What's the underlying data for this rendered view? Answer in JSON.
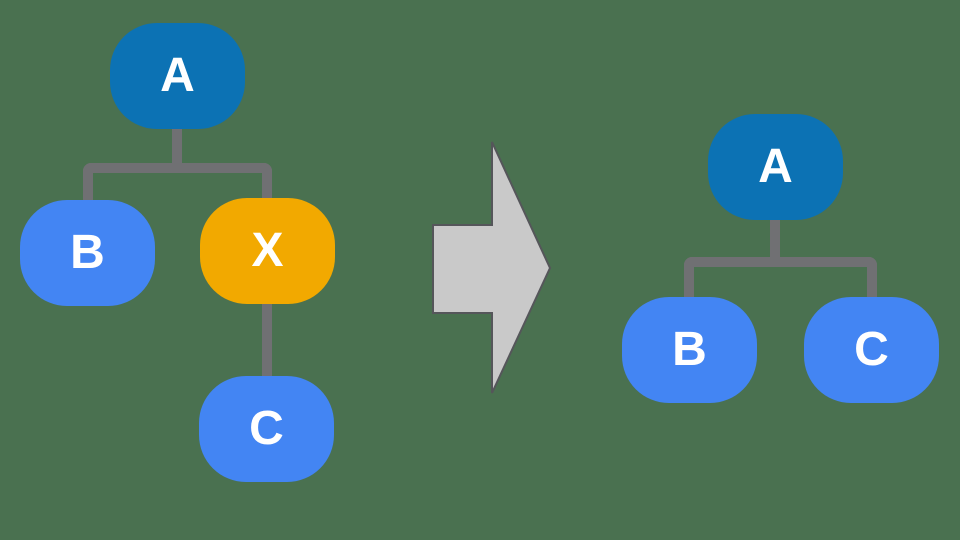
{
  "colors": {
    "background": "#4A7150",
    "node_root": "#0C72B4",
    "node_child": "#4385F3",
    "node_removed": "#F2A900",
    "connector": "#707073",
    "arrow_fill": "#C9C9C9",
    "arrow_stroke": "#55565A",
    "node_label": "#FFFFFF"
  },
  "before_tree": {
    "nodes": {
      "a": {
        "label": "A",
        "role": "root"
      },
      "b": {
        "label": "B",
        "role": "child"
      },
      "x": {
        "label": "X",
        "role": "removed"
      },
      "c": {
        "label": "C",
        "role": "child"
      }
    },
    "edges": [
      "A-B",
      "A-X",
      "X-C"
    ]
  },
  "arrow": {
    "direction": "right"
  },
  "after_tree": {
    "nodes": {
      "a": {
        "label": "A",
        "role": "root"
      },
      "b": {
        "label": "B",
        "role": "child"
      },
      "c": {
        "label": "C",
        "role": "child"
      }
    },
    "edges": [
      "A-B",
      "A-C"
    ]
  }
}
